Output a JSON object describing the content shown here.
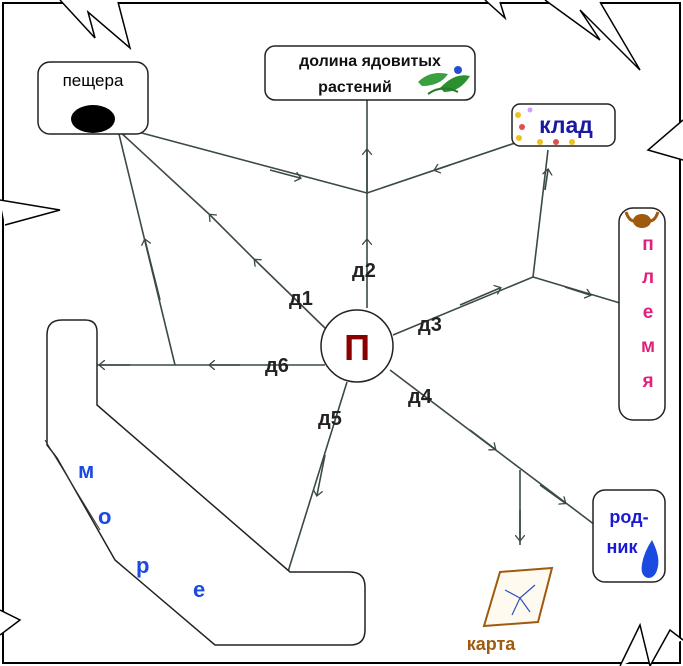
{
  "center": {
    "label": "П",
    "color": "#8a0000"
  },
  "paths": [
    {
      "id": "d1",
      "label": "д1"
    },
    {
      "id": "d2",
      "label": "д2"
    },
    {
      "id": "d3",
      "label": "д3"
    },
    {
      "id": "d4",
      "label": "д4"
    },
    {
      "id": "d5",
      "label": "д5"
    },
    {
      "id": "d6",
      "label": "д6"
    }
  ],
  "places": {
    "cave": {
      "label": "пещера"
    },
    "valley": {
      "label_line1": "долина ядовитых",
      "label_line2": "растений"
    },
    "treasure": {
      "label": "клад",
      "color": "#1a1aa0"
    },
    "tribe": {
      "letters": [
        "п",
        "л",
        "е",
        "м",
        "я"
      ],
      "color": "#e0207a"
    },
    "spring": {
      "label_line1": "род-",
      "label_line2": "ник",
      "color": "#1a1ad0"
    },
    "map": {
      "label": "карта",
      "color": "#a05a10"
    },
    "sea": {
      "letters": [
        "м",
        "о",
        "р",
        "е"
      ],
      "color": "#1a4ae0"
    }
  },
  "colors": {
    "line": "#3a4a44",
    "box_border": "#333333"
  },
  "icons": [
    "cave-entrance-icon",
    "plant-icon",
    "coins-icon",
    "bull-head-icon",
    "water-drop-icon",
    "map-sheet-icon"
  ]
}
